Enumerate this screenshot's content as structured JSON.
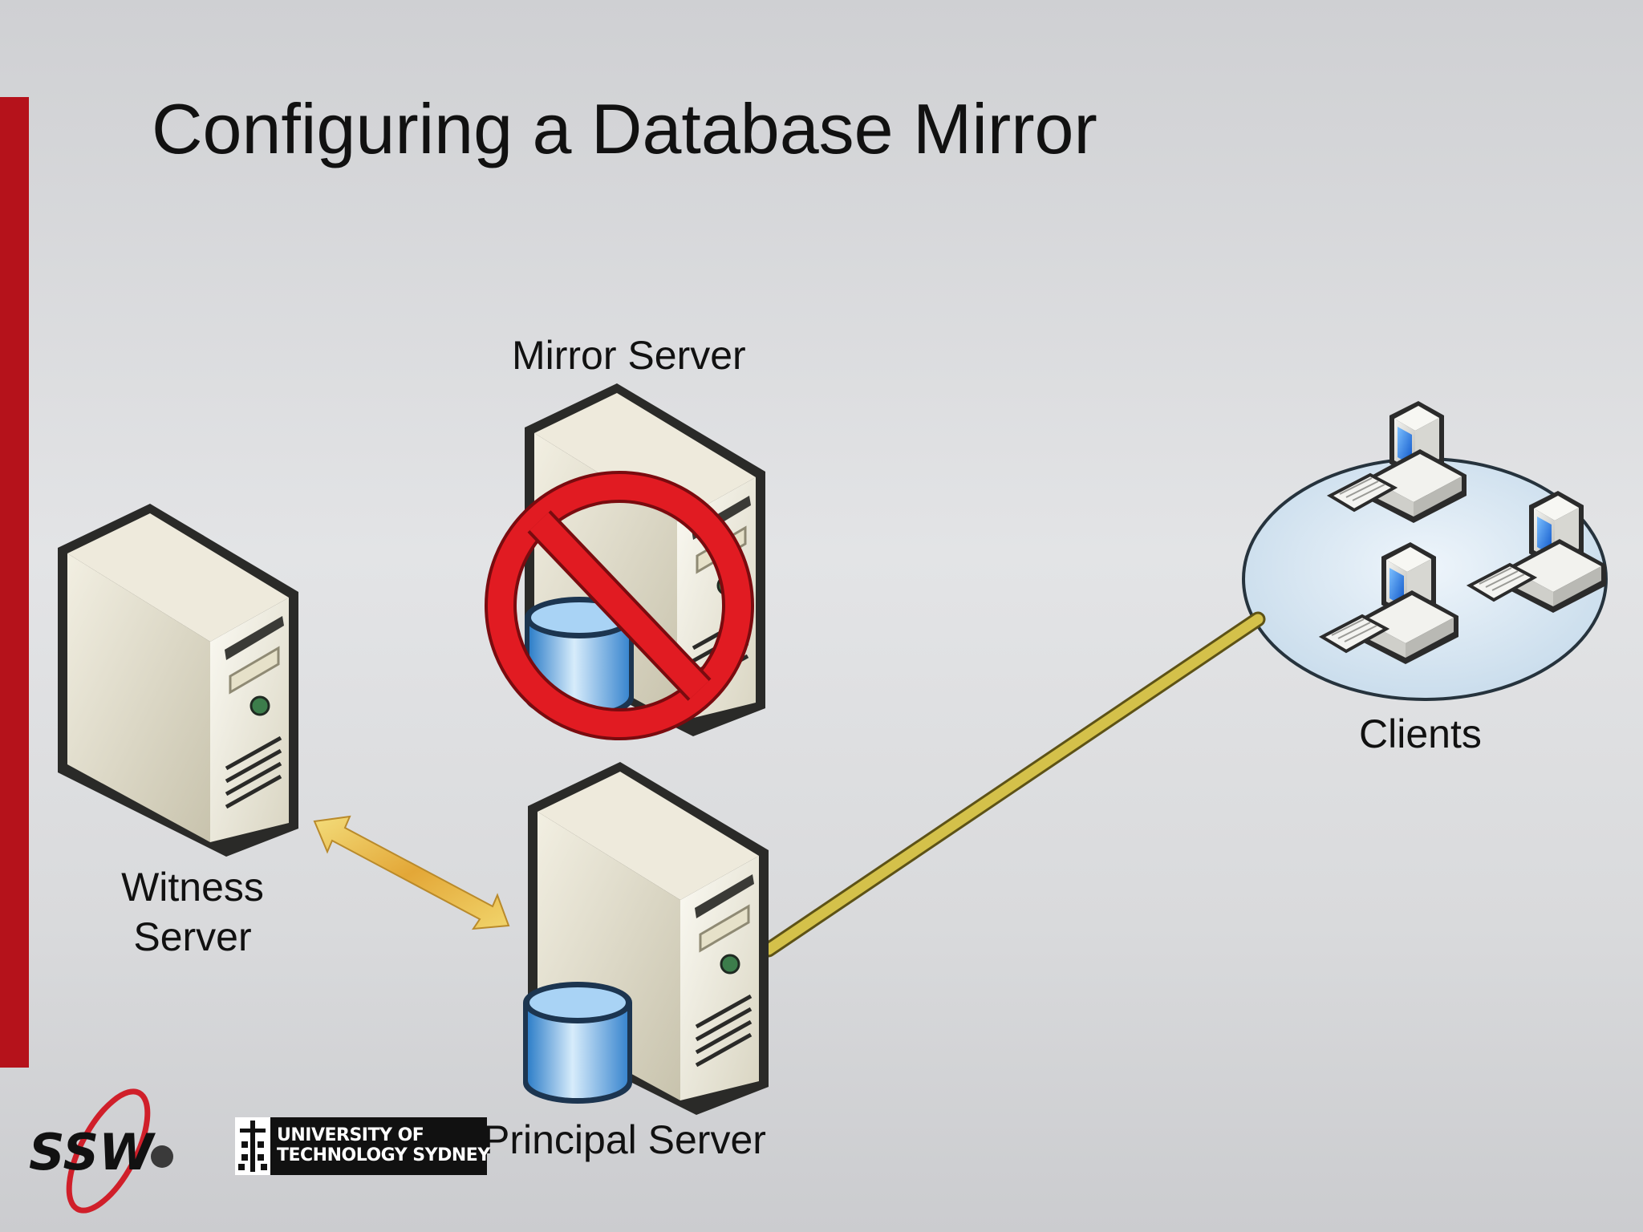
{
  "slide": {
    "title": "Configuring a Database Mirror"
  },
  "nodes": {
    "mirror": "Mirror Server",
    "witness_line1": "Witness",
    "witness_line2": "Server",
    "principal": "Principal Server",
    "clients": "Clients"
  },
  "mirror_status": "unavailable",
  "logos": {
    "ssw": "SSW",
    "uts_line1": "UNIVERSITY OF",
    "uts_line2": "TECHNOLOGY SYDNEY"
  },
  "colors": {
    "accent": "#b5121b",
    "link": "#c9b53a",
    "prohibit": "#e11b22",
    "database": "#4a9bd9"
  }
}
